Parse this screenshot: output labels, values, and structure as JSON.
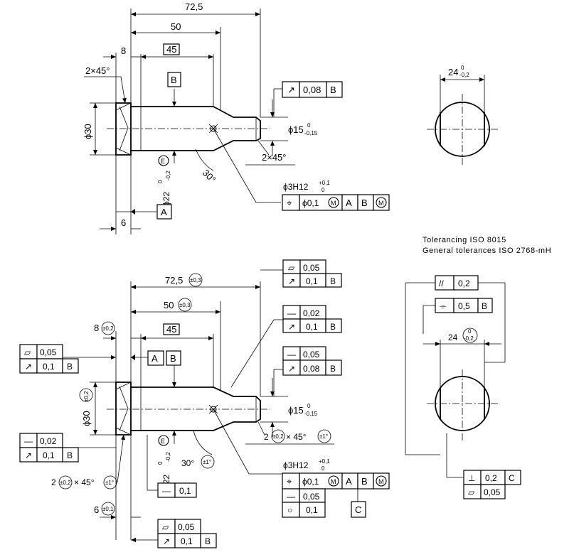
{
  "notes": {
    "line1": "Tolerancing ISO 8015",
    "line2": "General tolerances ISO 2768-mH"
  },
  "top_view": {
    "dims": {
      "overall_length": "72,5",
      "length_50": "50",
      "length_45": "45",
      "length_8": "8",
      "length_6": "6",
      "chamfer_left": "2×45°",
      "chamfer_right": "2×45°",
      "dia_30": "ϕ30",
      "dia_15": "ϕ15",
      "dia_15_tol_upper": "0",
      "dia_15_tol_lower": "-0,15",
      "dia_22": "ϕ22",
      "dia_22_tol_upper": "0",
      "dia_22_tol_lower": "-0,2",
      "angle_30": "30°",
      "envelope": "E",
      "hole_dia": "ϕ3H12",
      "hole_tol_upper": "+0,1",
      "hole_tol_lower": "0"
    },
    "datums": {
      "a": "A",
      "b": "B"
    },
    "fcf_runout": {
      "symbol": "↗",
      "value": "0,08",
      "datum": "B"
    },
    "fcf_position": {
      "symbol": "⌖",
      "value": "ϕ0,1",
      "mod": "M",
      "datum1": "A",
      "datum2": "B",
      "mod2": "M"
    }
  },
  "end_view_top": {
    "width": "24",
    "tol_upper": "0",
    "tol_lower": "-0,2"
  },
  "bottom_view": {
    "dims": {
      "overall_length": "72,5",
      "overall_tol": "±0,3",
      "length_50": "50",
      "length_50_tol": "±0,3",
      "length_45": "45",
      "length_8": "8",
      "length_8_tol": "±0,2",
      "length_6": "6",
      "length_6_tol": "±0,1",
      "dia_30": "ϕ30",
      "dia_30_tol": "±0,2",
      "dia_15": "ϕ15",
      "dia_15_tol_upper": "0",
      "dia_15_tol_lower": "-0,15",
      "dia_22": "ϕ22",
      "dia_22_tol_upper": "0",
      "dia_22_tol_lower": "-0,2",
      "angle_30": "30°",
      "angle_30_tol": "±1°",
      "envelope": "E",
      "chamfer_right": "2",
      "chamfer_right_tol": "±0,2",
      "chamfer_right_angle": "× 45°",
      "chamfer_right_angle_tol": "±1°",
      "chamfer_left": "2",
      "chamfer_left_tol": "±0,2",
      "chamfer_left_angle": "× 45°",
      "chamfer_left_angle_tol": "±1°",
      "hole_dia": "ϕ3H12",
      "hole_tol_upper": "+0,1",
      "hole_tol_lower": "0"
    },
    "datums": {
      "a": "A",
      "b": "B",
      "c": "C"
    },
    "fcf_top_right": {
      "row1_symbol": "▱",
      "row1_value": "0,05",
      "row2_symbol": "↗",
      "row2_value": "0,1",
      "row2_datum": "B"
    },
    "fcf_mid_right": {
      "row1_symbol": "—",
      "row1_value": "0,02",
      "row2_symbol": "↗",
      "row2_value": "0,1",
      "row2_datum": "B"
    },
    "fcf_lower_right": {
      "row1_symbol": "—",
      "row1_value": "0,05",
      "row2_symbol": "↗",
      "row2_value": "0,08",
      "row2_datum": "B"
    },
    "fcf_left_top": {
      "row1_symbol": "▱",
      "row1_value": "0,05",
      "row2_symbol": "↗",
      "row2_value": "0,1",
      "row2_datum": "B"
    },
    "fcf_left_mid": {
      "row1_symbol": "—",
      "row1_value": "0,02",
      "row2_symbol": "↗",
      "row2_value": "0,1",
      "row2_datum": "B"
    },
    "fcf_straight": {
      "symbol": "—",
      "value": "0,1"
    },
    "fcf_bottom": {
      "row1_symbol": "▱",
      "row1_value": "0,05",
      "row2_symbol": "↗",
      "row2_value": "0,1",
      "row2_datum": "B"
    },
    "fcf_position": {
      "symbol": "⌖",
      "value": "ϕ0,1",
      "mod": "M",
      "datum1": "A",
      "datum2": "B",
      "mod2": "M",
      "row2_symbol": "—",
      "row2_value": "0,05",
      "row3_symbol": "○",
      "row3_value": "0,1"
    }
  },
  "end_view_bottom": {
    "parallel": {
      "symbol": "//",
      "value": "0,2"
    },
    "symmetry": {
      "symbol": "⌯",
      "value": "0,5",
      "datum": "B"
    },
    "width": "24",
    "tol_upper": "0",
    "tol_lower": "-0,2",
    "perp": {
      "symbol": "⊥",
      "value": "0,2",
      "datum": "C"
    },
    "flat": {
      "symbol": "▱",
      "value": "0,05"
    }
  }
}
